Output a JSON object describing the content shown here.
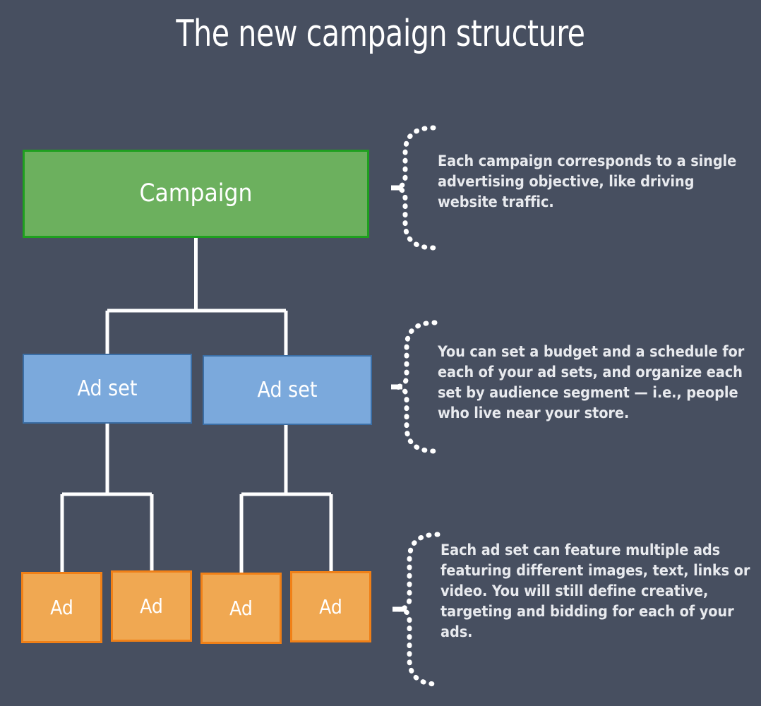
{
  "page": {
    "title": "The new campaign structure",
    "background_color": "#474f60"
  },
  "colors": {
    "background": "#474f60",
    "campaign_fill": "#6cb05e",
    "campaign_border": "#1fa01f",
    "adset_fill": "#7ba9dc",
    "adset_border": "#3b6ea5",
    "ad_fill": "#f0a852",
    "ad_border": "#f08017",
    "connector": "#ffffff",
    "text": "#ffffff",
    "annotation_text": "#e8eaee"
  },
  "diagram": {
    "type": "hierarchy-tree",
    "levels": [
      {
        "level": 1,
        "name": "campaign-level",
        "nodes": [
          {
            "id": "campaign",
            "label": "Campaign"
          }
        ]
      },
      {
        "level": 2,
        "name": "adset-level",
        "nodes": [
          {
            "id": "adset-1",
            "label": "Ad set"
          },
          {
            "id": "adset-2",
            "label": "Ad set"
          }
        ]
      },
      {
        "level": 3,
        "name": "ad-level",
        "nodes": [
          {
            "id": "ad-1",
            "label": "Ad"
          },
          {
            "id": "ad-2",
            "label": "Ad"
          },
          {
            "id": "ad-3",
            "label": "Ad"
          },
          {
            "id": "ad-4",
            "label": "Ad"
          }
        ]
      }
    ],
    "edges": [
      {
        "from": "campaign",
        "to": "adset-1"
      },
      {
        "from": "campaign",
        "to": "adset-2"
      },
      {
        "from": "adset-1",
        "to": "ad-1"
      },
      {
        "from": "adset-1",
        "to": "ad-2"
      },
      {
        "from": "adset-2",
        "to": "ad-3"
      },
      {
        "from": "adset-2",
        "to": "ad-4"
      }
    ]
  },
  "annotations": [
    {
      "id": "annotation-campaign",
      "target": "campaign",
      "text": "Each campaign corresponds to a single advertising objective, like driving website traffic."
    },
    {
      "id": "annotation-adset",
      "target": "adset-level",
      "text": "You can set a budget and a schedule for each of your ad sets, and organize each set by audience segment — i.e., people who live near your store."
    },
    {
      "id": "annotation-ad",
      "target": "ad-level",
      "text": "Each ad set can feature multiple ads featuring different images, text, links or video. You will still define creative, targeting and bidding for each of your ads."
    }
  ]
}
